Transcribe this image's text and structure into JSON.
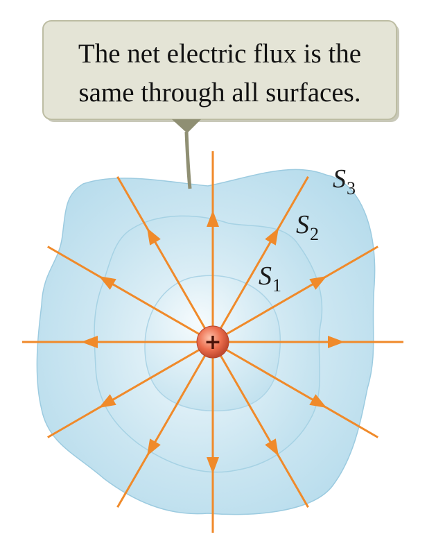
{
  "callout": {
    "line1": "The net electric flux is the",
    "line2": "same through all surfaces."
  },
  "surfaces": [
    {
      "letter": "S",
      "sub": "1"
    },
    {
      "letter": "S",
      "sub": "2"
    },
    {
      "letter": "S",
      "sub": "3"
    }
  ],
  "charge": {
    "symbol": "+"
  },
  "colors": {
    "field_line": "#f08a2a",
    "surface_fill": "#cfe6f1",
    "surface_stroke": "#9dcbe0",
    "callout_fill": "#e3e3d4",
    "callout_stroke": "#b8b896",
    "charge_fill": "#e86a4c"
  },
  "field_lines": {
    "count": 12
  }
}
